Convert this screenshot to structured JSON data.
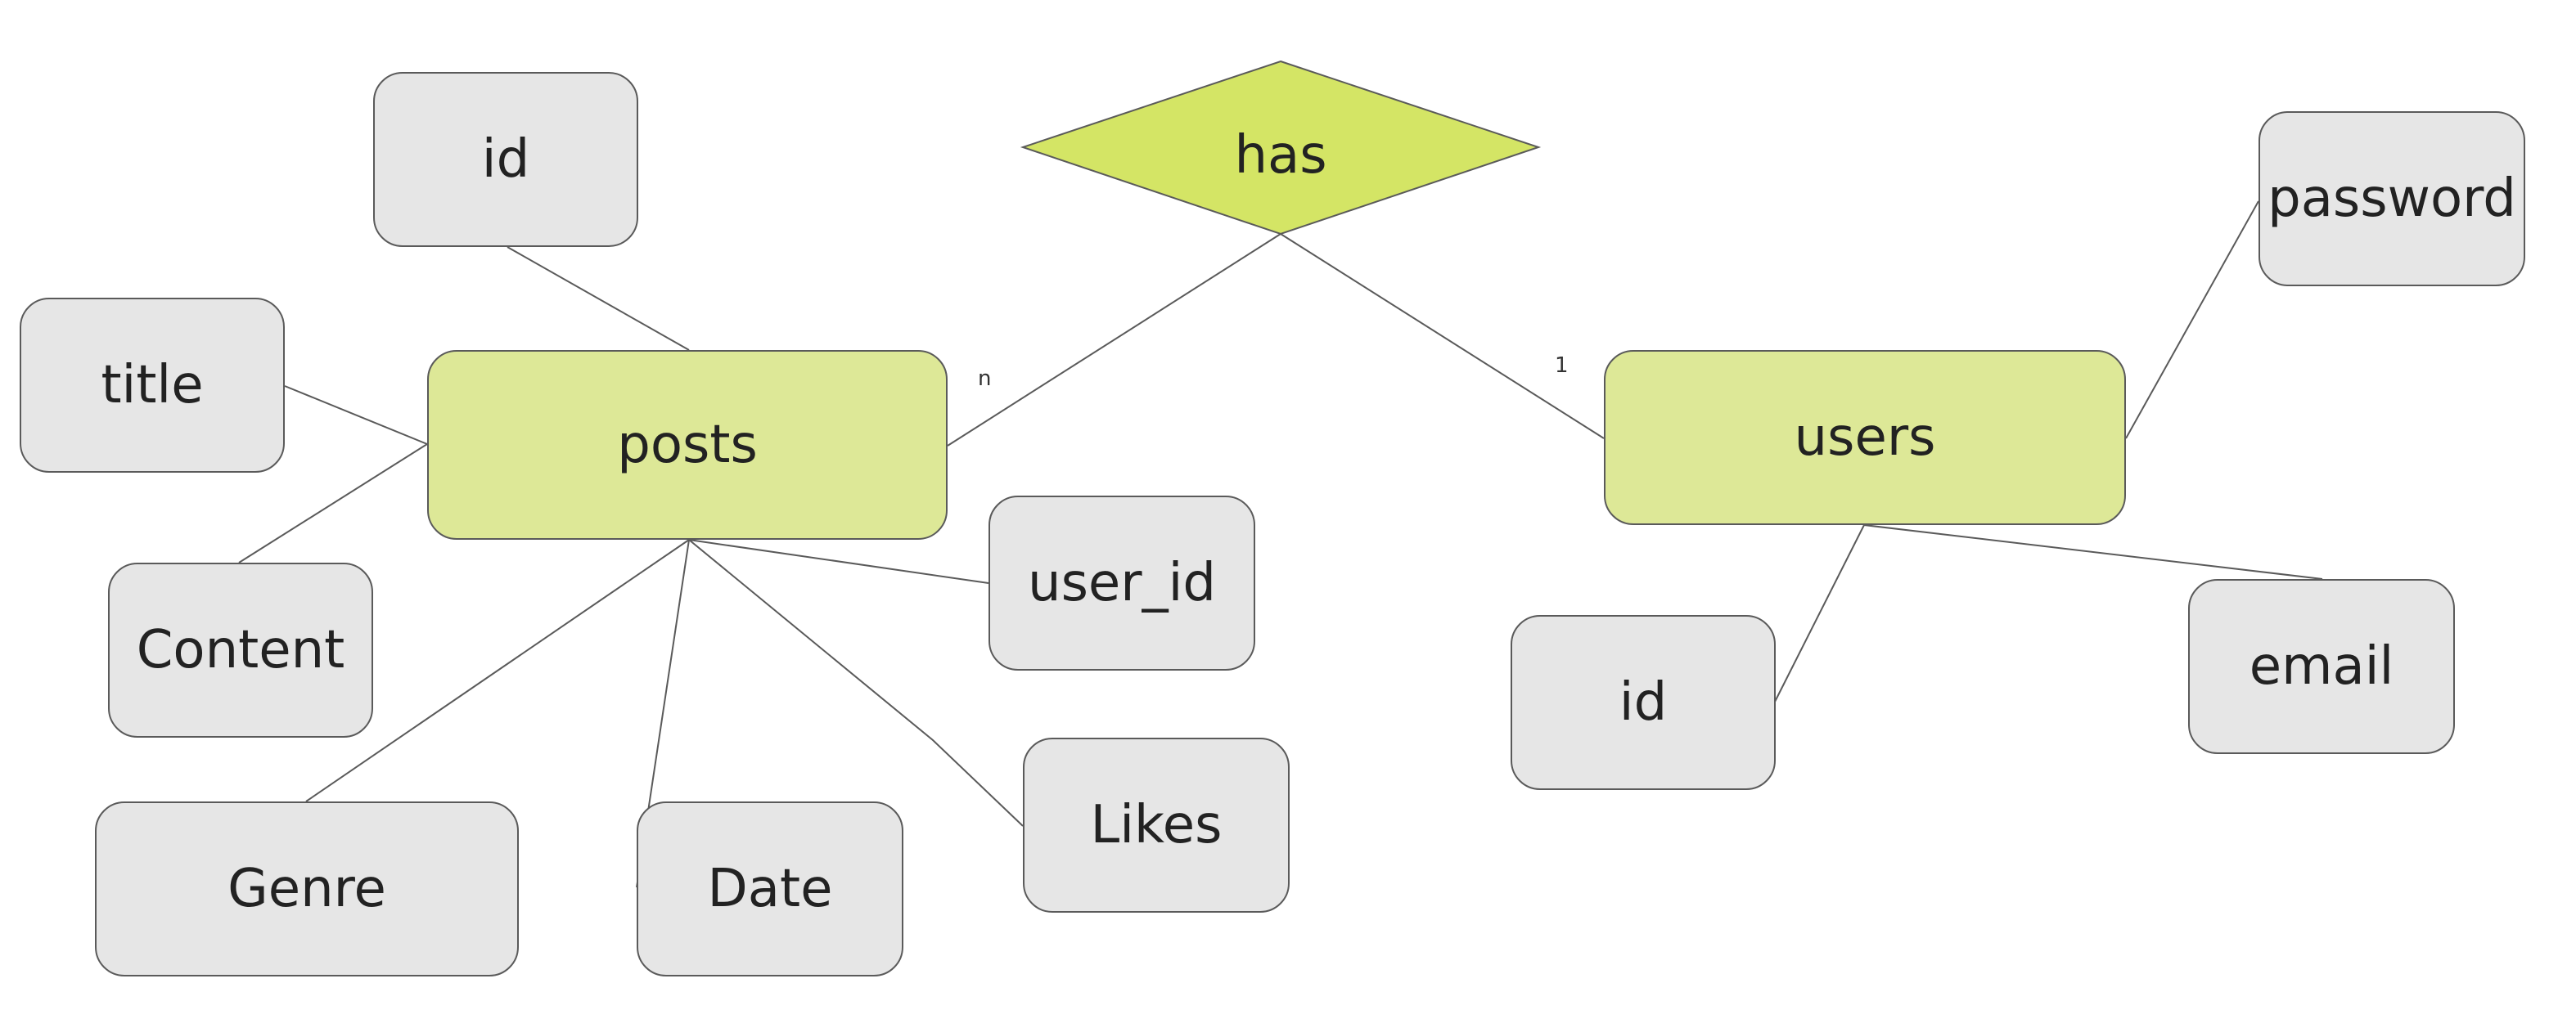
{
  "colors": {
    "entity_fill": "#dde897",
    "relationship_fill": "#d4e565",
    "attribute_fill": "#e6e6e6",
    "stroke": "#5a5a5a"
  },
  "relationship": {
    "label": "has"
  },
  "entities": {
    "posts": {
      "label": "posts",
      "attributes": {
        "id": "id",
        "title": "title",
        "content": "Content",
        "genre": "Genre",
        "date": "Date",
        "likes": "Likes",
        "user_id": "user_id"
      },
      "cardinality": "n"
    },
    "users": {
      "label": "users",
      "attributes": {
        "password": "password",
        "id": "id",
        "email": "email"
      },
      "cardinality": "1"
    }
  }
}
